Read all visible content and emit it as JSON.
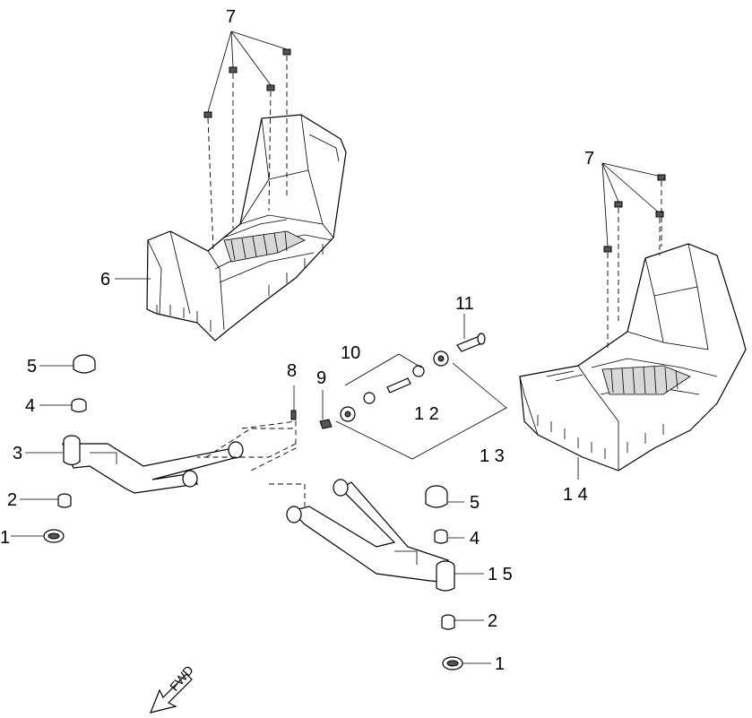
{
  "diagram": {
    "callouts": {
      "c1_left": "1",
      "c2_left": "2",
      "c3": "3",
      "c4_left": "4",
      "c5_left": "5",
      "c6": "6",
      "c7_top": "7",
      "c7_right": "7",
      "c8": "8",
      "c9": "9",
      "c10": "10",
      "c11": "11",
      "c12": "1 2",
      "c13": "1 3",
      "c14": "1 4",
      "c15": "1 5",
      "c5_right": "5",
      "c4_right": "4",
      "c2_right": "2",
      "c1_right": "1"
    },
    "direction_label": "FWD"
  }
}
